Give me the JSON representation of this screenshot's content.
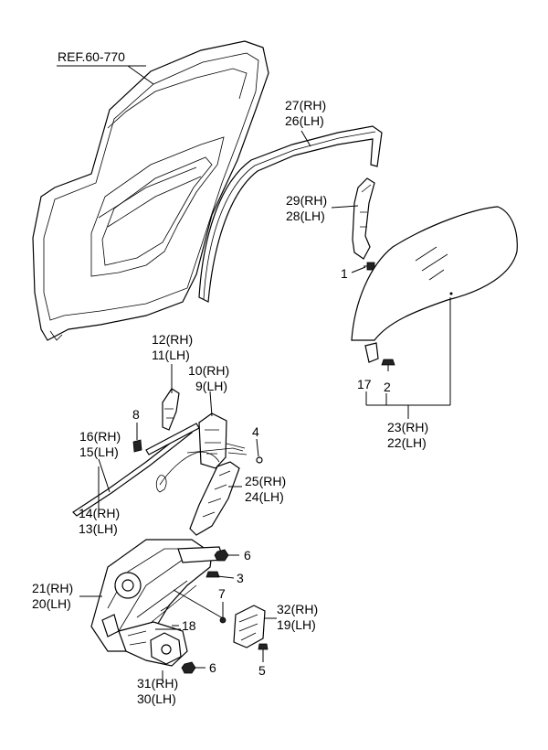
{
  "ref_label": "REF.60-770",
  "callouts": {
    "c27": "27(RH)",
    "c26": "26(LH)",
    "c29": "29(RH)",
    "c28": "28(LH)",
    "c1": "1",
    "c12": "12(RH)",
    "c11": "11(LH)",
    "c10": "10(RH)",
    "c9": "9(LH)",
    "c8": "8",
    "c4": "4",
    "c16": "16(RH)",
    "c15": "15(LH)",
    "c17": "17",
    "c2": "2",
    "c23": "23(RH)",
    "c22": "22(LH)",
    "c25": "25(RH)",
    "c24": "24(LH)",
    "c14": "14(RH)",
    "c13": "13(LH)",
    "c6a": "6",
    "c3": "3",
    "c21": "21(RH)",
    "c20": "20(LH)",
    "c7": "7",
    "c32": "32(RH)",
    "c19": "19(LH)",
    "c18": "18",
    "c5": "5",
    "c6b": "6",
    "c31": "31(RH)",
    "c30": "30(LH)"
  }
}
